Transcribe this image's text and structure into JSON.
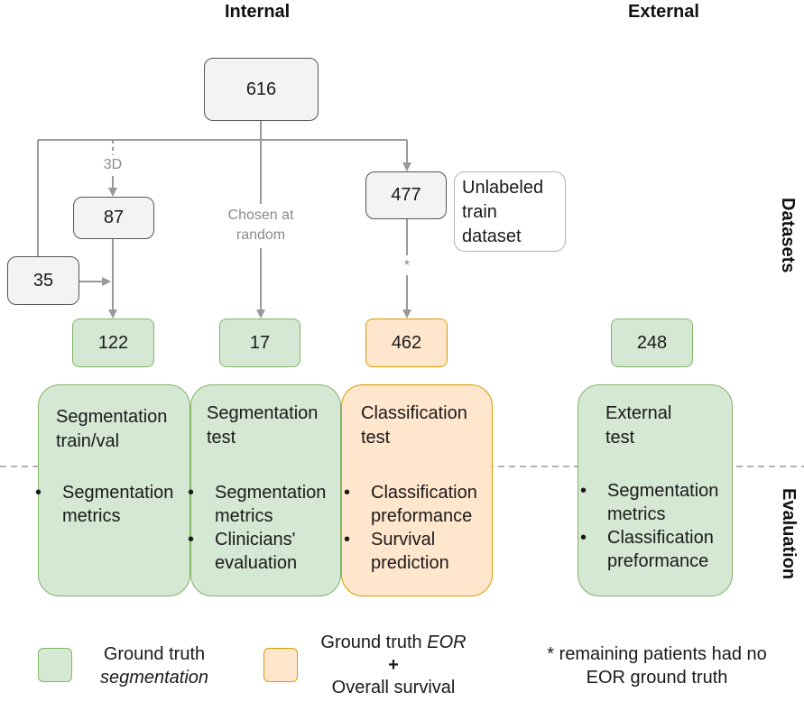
{
  "headers": {
    "internal": "Internal",
    "external": "External"
  },
  "side_labels": {
    "datasets": "Datasets",
    "evaluation": "Evaluation"
  },
  "nodes": {
    "n616": "616",
    "n87": "87",
    "n35": "35",
    "n477": "477",
    "n122": "122",
    "n17": "17",
    "n462": "462",
    "n248": "248"
  },
  "unlabeled_note": {
    "line1": "Unlabeled",
    "line2": "train",
    "line3": "dataset"
  },
  "edge_labels": {
    "three_d": "3D",
    "chosen_line1": "Chosen at",
    "chosen_line2": "random",
    "asterisk": "*"
  },
  "panels": {
    "seg_trainval": {
      "title_line1": "Segmentation",
      "title_line2": "train/val",
      "bullets": [
        "Segmentation metrics"
      ]
    },
    "seg_test": {
      "title_line1": "Segmentation",
      "title_line2": "test",
      "bullets": [
        "Segmentation metrics",
        "Clinicians' evaluation"
      ]
    },
    "cls_test": {
      "title_line1": "Classification",
      "title_line2": "test",
      "bullets": [
        "Classification preformance",
        "Survival prediction"
      ]
    },
    "ext_test": {
      "title_line1": "External",
      "title_line2": "test",
      "bullets": [
        "Segmentation metrics",
        "Classification preformance"
      ]
    }
  },
  "legend": {
    "green_line1": "Ground truth",
    "green_line2": "segmentation",
    "orange_line1_prefix": "Ground truth",
    "orange_line1_em": "EOR",
    "orange_plus": "+",
    "orange_line3": "Overall survival",
    "note_line1": "* remaining patients had no",
    "note_line2": "EOR ground truth"
  },
  "colors": {
    "green_fill": "#d5e8d4",
    "green_stroke": "#82b366",
    "orange_fill": "#ffe6cc",
    "orange_stroke": "#d79b00",
    "gray_fill": "#f3f3f3",
    "arrow": "#999999"
  }
}
